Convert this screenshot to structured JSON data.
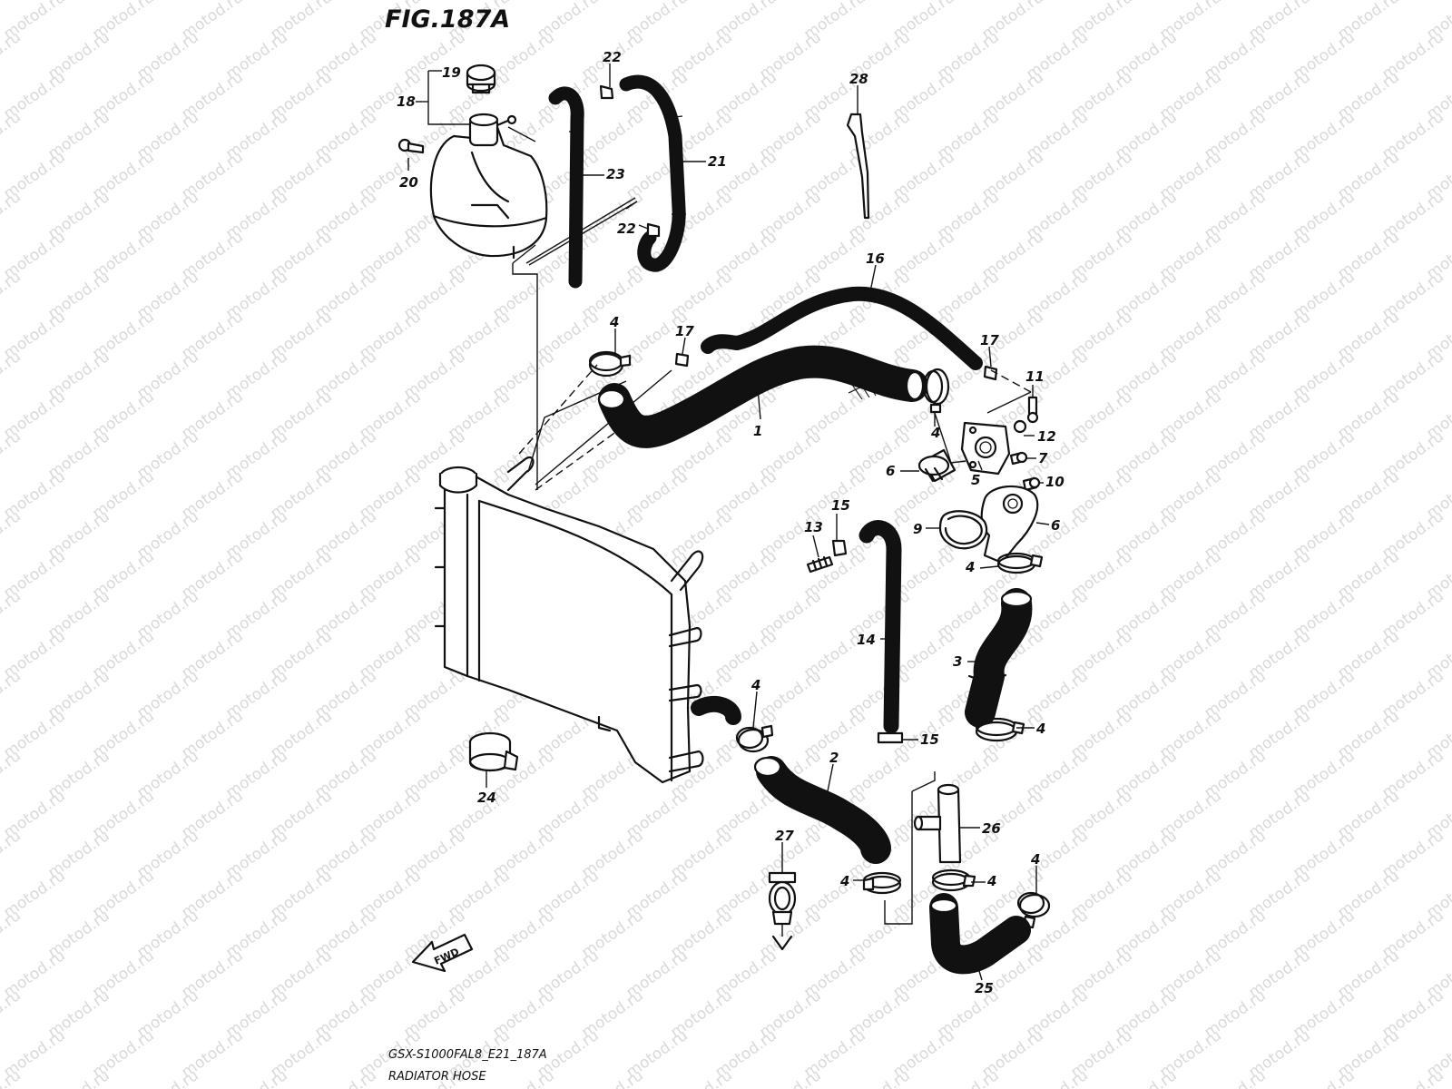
{
  "figure": {
    "title": "FIG.187A",
    "code": "GSX-S1000FAL8_E21_187A",
    "name": "RADIATOR HOSE"
  },
  "watermark": {
    "text": "motod.ru"
  },
  "direction_marker": {
    "label": "FWD"
  },
  "callouts": [
    "19",
    "18",
    "20",
    "22",
    "22",
    "23",
    "21",
    "28",
    "16",
    "4",
    "17",
    "17",
    "11",
    "1",
    "12",
    "4",
    "7",
    "6",
    "5",
    "10",
    "15",
    "13",
    "9",
    "6",
    "4",
    "14",
    "3",
    "4",
    "4",
    "15",
    "24",
    "2",
    "26",
    "27",
    "4",
    "4",
    "4",
    "25"
  ]
}
